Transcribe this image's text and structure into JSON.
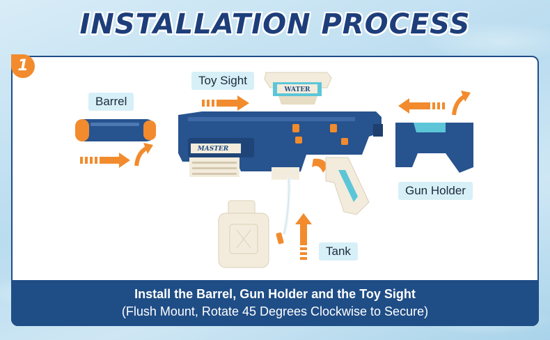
{
  "title": "INSTALLATION PROCESS",
  "step_number": "1",
  "labels": {
    "barrel": "Barrel",
    "toy_sight": "Toy Sight",
    "gun_holder": "Gun Holder",
    "tank": "Tank"
  },
  "product_marks": {
    "sight_text": "WATER",
    "gun_brand": "MASTER"
  },
  "footer": {
    "line1": "Install the Barrel, Gun Holder and the Toy Sight",
    "line2": "(Flush Mount, Rotate 45 Degrees Clockwise to Secure)"
  },
  "colors": {
    "primary_blue": "#1f4d86",
    "accent_orange": "#f28b2d",
    "label_bg": "#d7f0f8",
    "cream": "#f3ecdc",
    "teal": "#5cc6d8"
  },
  "icons": [
    "arrow-right-icon",
    "curved-arrow-icon",
    "arrow-up-icon",
    "arrow-left-icon"
  ]
}
